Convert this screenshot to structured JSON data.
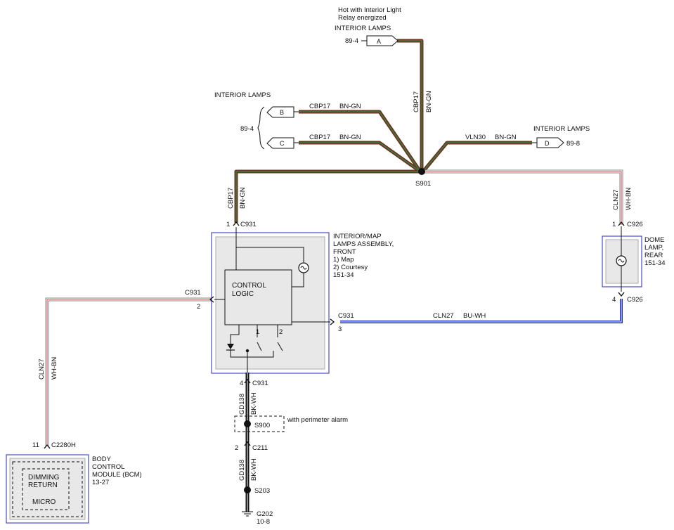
{
  "colors": {
    "brown": "#6b3520",
    "green": "#3d7a45",
    "white_stripe": "#ffffff",
    "red_stripe": "#c01818",
    "blue": "#1f2fb8",
    "black": "#111111",
    "box_fill": "#e8e8e8",
    "box_border": "#4a4ac8"
  },
  "notes": {
    "hot_line1": "Hot with Interior Light",
    "hot_line2": "Relay energized",
    "with_perimeter": "with perimeter alarm"
  },
  "connectors": {
    "A": {
      "letter": "A",
      "title": "INTERIOR LAMPS",
      "ref": "89-4"
    },
    "B": {
      "letter": "B"
    },
    "C": {
      "letter": "C"
    },
    "BC_group": {
      "title": "INTERIOR LAMPS",
      "ref": "89-4"
    },
    "D": {
      "letter": "D",
      "title": "INTERIOR LAMPS",
      "ref": "89-8"
    }
  },
  "wires": {
    "a_code": "CBP17",
    "a_color": "BN-GN",
    "b_code": "CBP17",
    "b_color": "BN-GN",
    "c_code": "CBP17",
    "c_color": "BN-GN",
    "d_code": "VLN30",
    "d_color": "BN-GN",
    "left_code": "CBP17",
    "left_color": "BN-GN",
    "right_code": "CLN27",
    "right_color": "WH-BN",
    "bcm_code": "CLN27",
    "bcm_color": "WH-BN",
    "blue_code": "CLN27",
    "blue_color": "BU-WH",
    "gd1_code": "GD138",
    "gd1_color": "BK-WH",
    "gd2_code": "GD138",
    "gd2_color": "BK-WH"
  },
  "splices": {
    "s901": "S901",
    "s900": "S900",
    "s203": "S203"
  },
  "pins": {
    "c931_1": {
      "num": "1",
      "conn": "C931"
    },
    "c931_2": {
      "num": "2",
      "conn": "C931"
    },
    "c931_3": {
      "num": "3",
      "conn": "C931"
    },
    "c931_4": {
      "num": "4",
      "conn": "C931"
    },
    "c926_1": {
      "num": "1",
      "conn": "C926"
    },
    "c926_4": {
      "num": "4",
      "conn": "C926"
    },
    "c2280h": {
      "num": "11",
      "conn": "C2280H"
    },
    "c211": {
      "num": "2",
      "conn": "C211"
    }
  },
  "ground": {
    "name": "G202",
    "ref": "10-8"
  },
  "assemblies": {
    "front": {
      "line1": "INTERIOR/MAP",
      "line2": "LAMPS ASSEMBLY,",
      "line3": "FRONT",
      "line4": "1) Map",
      "line5": "2) Courtesy",
      "ref": "151-34",
      "logic1": "CONTROL",
      "logic2": "LOGIC",
      "sw1": "1",
      "sw2": "2"
    },
    "dome": {
      "line1": "DOME",
      "line2": "LAMP,",
      "line3": "REAR",
      "ref": "151-34"
    },
    "bcm": {
      "line1": "BODY",
      "line2": "CONTROL",
      "line3": "MODULE (BCM)",
      "ref": "13-27",
      "dimming1": "DIMMING",
      "dimming2": "RETURN",
      "micro": "MICRO"
    }
  }
}
